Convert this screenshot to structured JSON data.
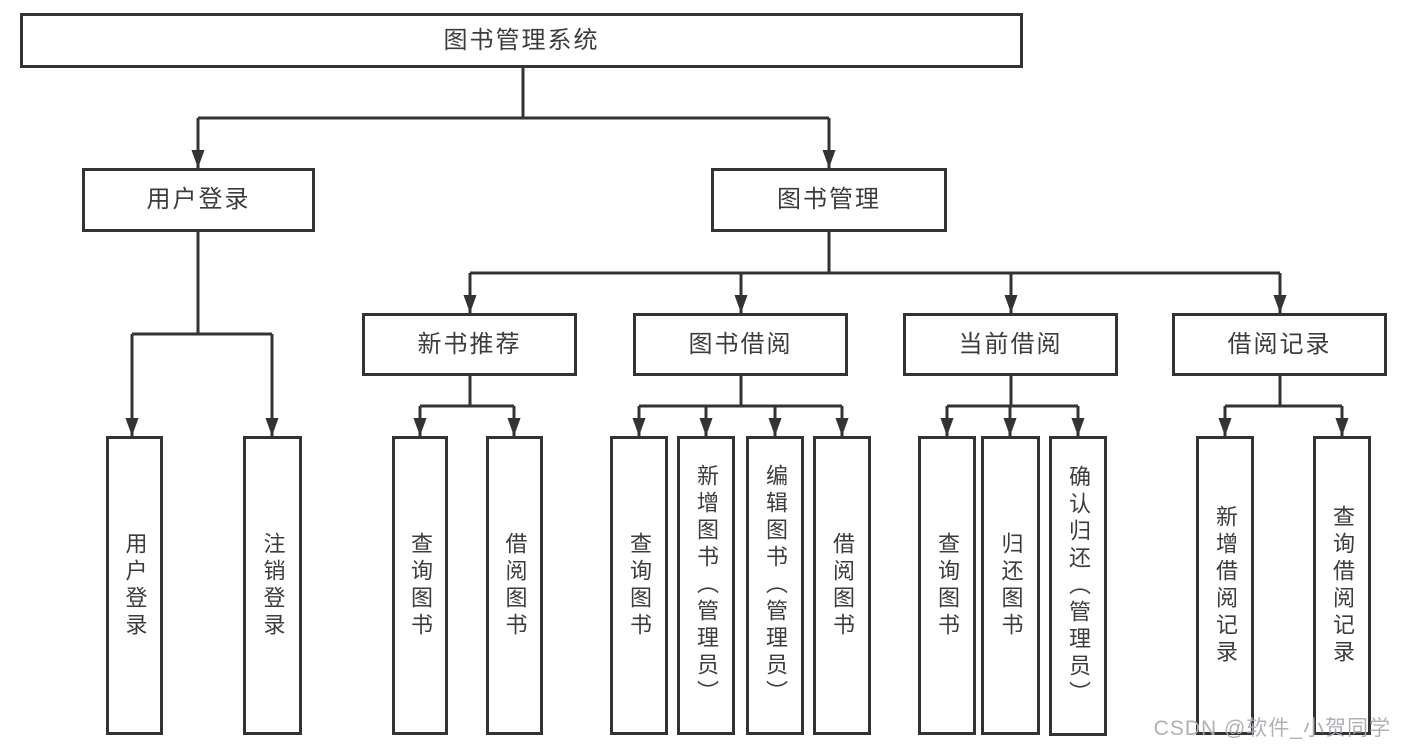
{
  "diagram": {
    "tree": {
      "root": {
        "label": "图书管理系统"
      },
      "children": [
        {
          "label": "用户登录",
          "children": [
            {
              "label": "用户登录"
            },
            {
              "label": "注销登录"
            }
          ]
        },
        {
          "label": "图书管理",
          "children": [
            {
              "label": "新书推荐",
              "children": [
                {
                  "label": "查询图书"
                },
                {
                  "label": "借阅图书"
                }
              ]
            },
            {
              "label": "图书借阅",
              "children": [
                {
                  "label": "查询图书"
                },
                {
                  "label": "新增图书（管理员）"
                },
                {
                  "label": "编辑图书（管理员）"
                },
                {
                  "label": "借阅图书"
                }
              ]
            },
            {
              "label": "当前借阅",
              "children": [
                {
                  "label": "查询图书"
                },
                {
                  "label": "归还图书"
                },
                {
                  "label": "确认归还（管理员）"
                }
              ]
            },
            {
              "label": "借阅记录",
              "children": [
                {
                  "label": "新增借阅记录"
                },
                {
                  "label": "查询借阅记录"
                }
              ]
            }
          ]
        }
      ]
    },
    "colors": {
      "line": "#333333",
      "text": "#3c3c3c",
      "background": "#ffffff",
      "watermark_gray": "#acacb2"
    }
  },
  "watermark": {
    "text": "CSDN @软件_小贺同学"
  }
}
